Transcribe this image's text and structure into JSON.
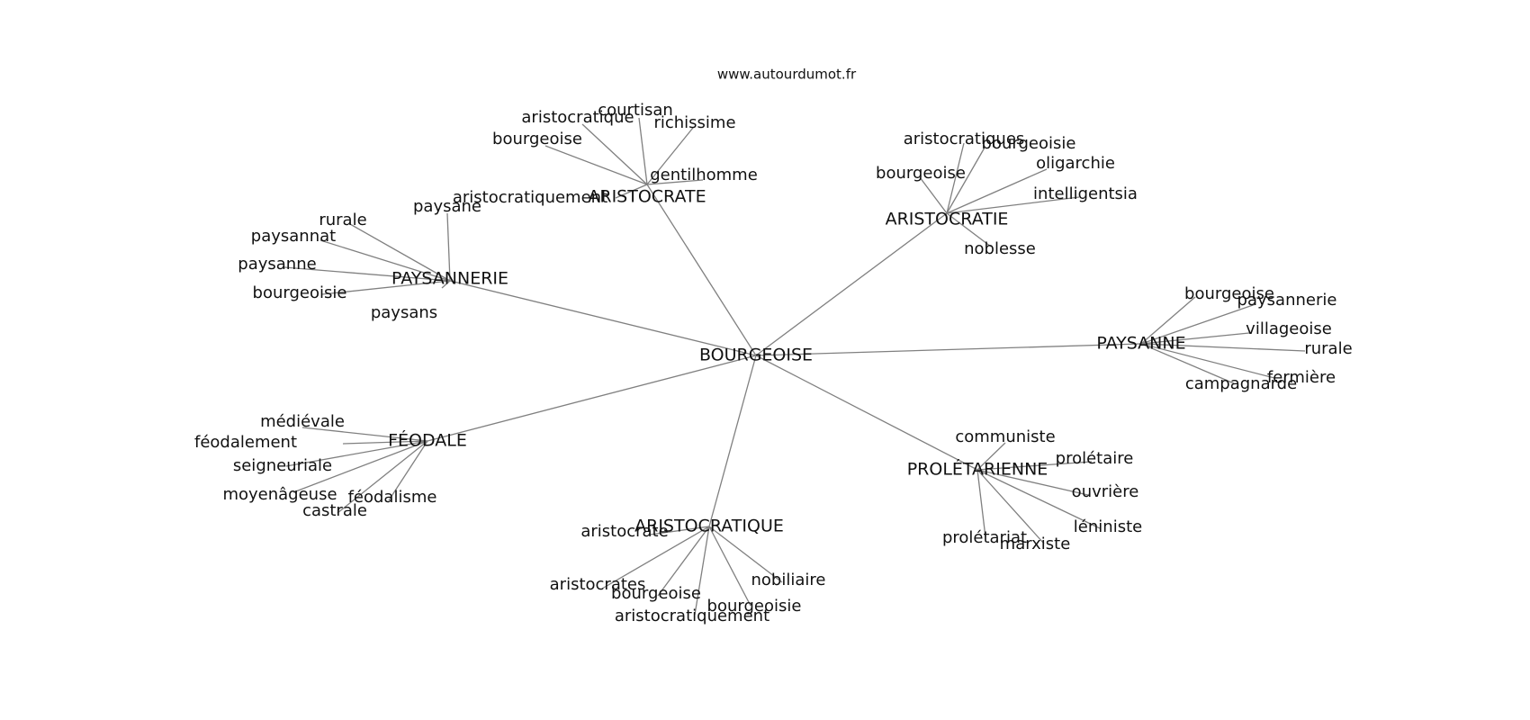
{
  "header": {
    "site": "www.autourdumot.fr"
  },
  "graph": {
    "root": "BOURGEOISE",
    "edge_color": "#808080",
    "clusters": [
      {
        "name": "ARISTOCRATE",
        "leaves": [
          "aristocratique",
          "courtisan",
          "richissime",
          "bourgeoise",
          "gentilhomme",
          "aristocratiquement"
        ]
      },
      {
        "name": "ARISTOCRATIE",
        "leaves": [
          "aristocratiques",
          "bourgeoisie",
          "oligarchie",
          "bourgeoise",
          "intelligentsia",
          "noblesse"
        ]
      },
      {
        "name": "PAYSANNERIE",
        "leaves": [
          "paysane",
          "rurale",
          "paysannat",
          "paysanne",
          "bourgeoisie",
          "paysans"
        ]
      },
      {
        "name": "PAYSANNE",
        "leaves": [
          "bourgeoise",
          "paysannerie",
          "villageoise",
          "rurale",
          "fermière",
          "campagnarde"
        ]
      },
      {
        "name": "FÉODALE",
        "leaves": [
          "médiévale",
          "féodalement",
          "seigneuriale",
          "moyenâgeuse",
          "féodalisme",
          "castrale"
        ]
      },
      {
        "name": "PROLÉTARIENNE",
        "leaves": [
          "communiste",
          "prolétaire",
          "ouvrière",
          "léniniste",
          "prolétariat",
          "marxiste"
        ]
      },
      {
        "name": "ARISTOCRATIQUE",
        "leaves": [
          "aristocrate",
          "nobiliaire",
          "aristocrates",
          "bourgeoise",
          "bourgeoisie",
          "aristocratiquement"
        ]
      }
    ]
  }
}
